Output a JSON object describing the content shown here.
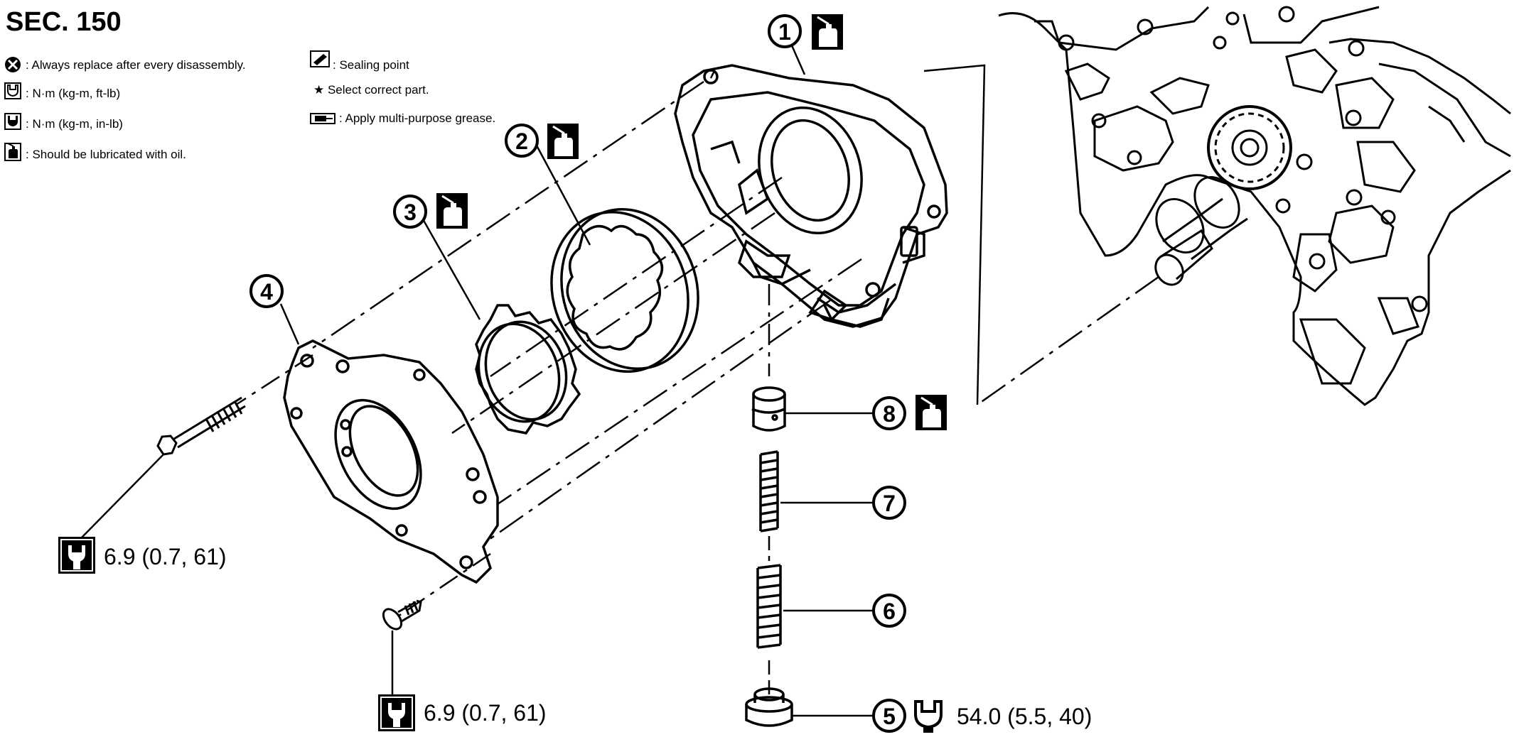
{
  "title": "SEC. 150",
  "legend": {
    "left": [
      {
        "icon": "replace-icon",
        "text": ": Always replace after every disassembly."
      },
      {
        "icon": "torque-ftlb-icon",
        "text": ": N·m (kg-m, ft-lb)"
      },
      {
        "icon": "torque-inlb-icon",
        "text": ": N·m (kg-m, in-lb)"
      },
      {
        "icon": "oil-can-icon",
        "text": ": Should be lubricated with oil."
      }
    ],
    "right": [
      {
        "icon": "sealing-icon",
        "text": ": Sealing point"
      },
      {
        "icon": "star-icon",
        "text": "★ Select correct part."
      },
      {
        "icon": "grease-icon",
        "text": ": Apply multi-purpose grease."
      }
    ]
  },
  "callouts": [
    "1",
    "2",
    "3",
    "4",
    "5",
    "6",
    "7",
    "8"
  ],
  "torque": {
    "bolt": "6.9 (0.7, 61)",
    "screw": "6.9 (0.7, 61)",
    "plug": "54.0 (5.5, 40)"
  }
}
